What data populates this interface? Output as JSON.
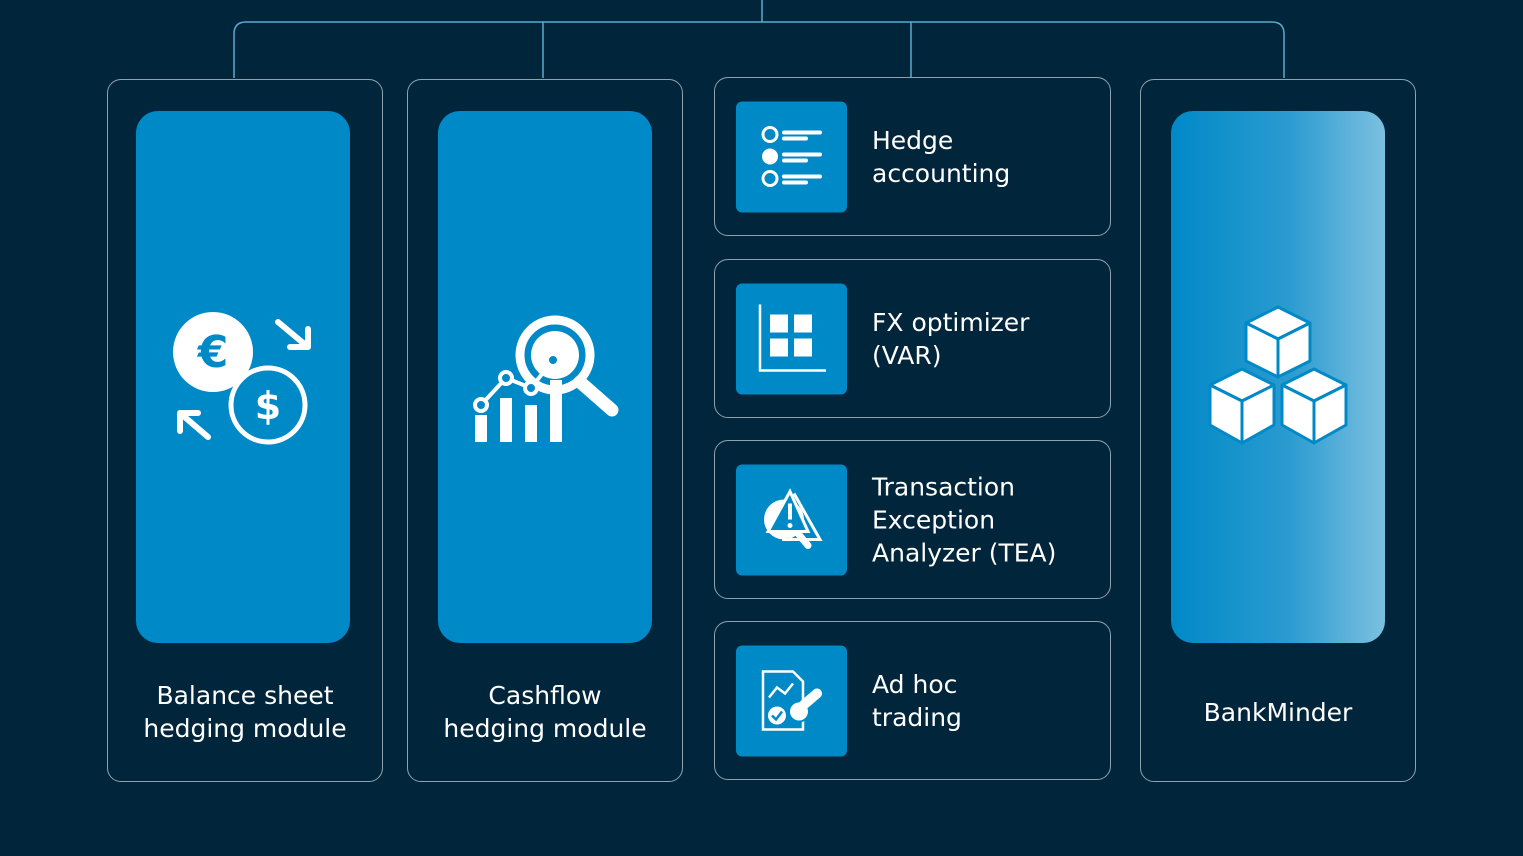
{
  "colors": {
    "background": "#01253a",
    "accent": "#0089c7",
    "connector": "#5fa9cc",
    "border": "#8ea3b0"
  },
  "modules": [
    {
      "label_line1": "Balance sheet",
      "label_line2": "hedging module",
      "icon": "currency-exchange-icon"
    },
    {
      "label_line1": "Cashflow",
      "label_line2": "hedging module",
      "icon": "analytics-search-icon"
    },
    {
      "label_line1": "",
      "label_line2": "BankMinder",
      "icon": "cubes-icon"
    }
  ],
  "tools": [
    {
      "lines": [
        "Hedge",
        "accounting"
      ],
      "icon": "checklist-icon"
    },
    {
      "lines": [
        "FX optimizer",
        "(VAR)"
      ],
      "icon": "grid-chart-icon"
    },
    {
      "lines": [
        "Transaction",
        "Exception",
        "Analyzer (TEA)"
      ],
      "icon": "warning-search-icon"
    },
    {
      "lines": [
        "Ad hoc",
        "trading"
      ],
      "icon": "document-stamp-icon"
    }
  ]
}
